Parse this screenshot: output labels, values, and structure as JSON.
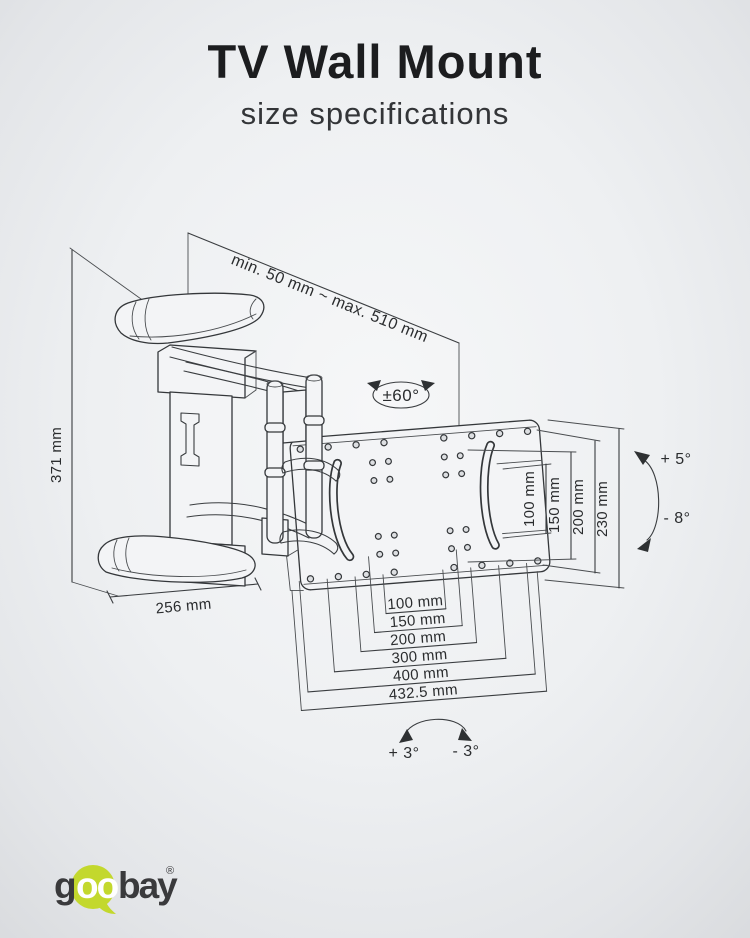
{
  "header": {
    "title": "TV Wall Mount",
    "subtitle": "size specifications"
  },
  "diagram": {
    "arm_extension_range": "min. 50 mm ~ max. 510 mm",
    "swivel_range": "±60°",
    "wall_bracket_height": "371 mm",
    "wall_bracket_width": "256 mm",
    "vesa_vertical": [
      "100 mm",
      "150 mm",
      "200 mm",
      "230 mm"
    ],
    "tilt_up": "+ 5°",
    "tilt_down": "- 8°",
    "vesa_horizontal": [
      "100 mm",
      "150 mm",
      "200 mm",
      "300 mm",
      "400 mm",
      "432.5 mm"
    ],
    "level_adjust_plus": "+ 3°",
    "level_adjust_minus": "- 3°"
  },
  "logo": {
    "goo": "goo",
    "bay": "bay",
    "registered": "®"
  },
  "colors": {
    "line": "#3a3d40",
    "logo_green": "#c3d82d",
    "logo_dark": "#3a3a3c"
  }
}
